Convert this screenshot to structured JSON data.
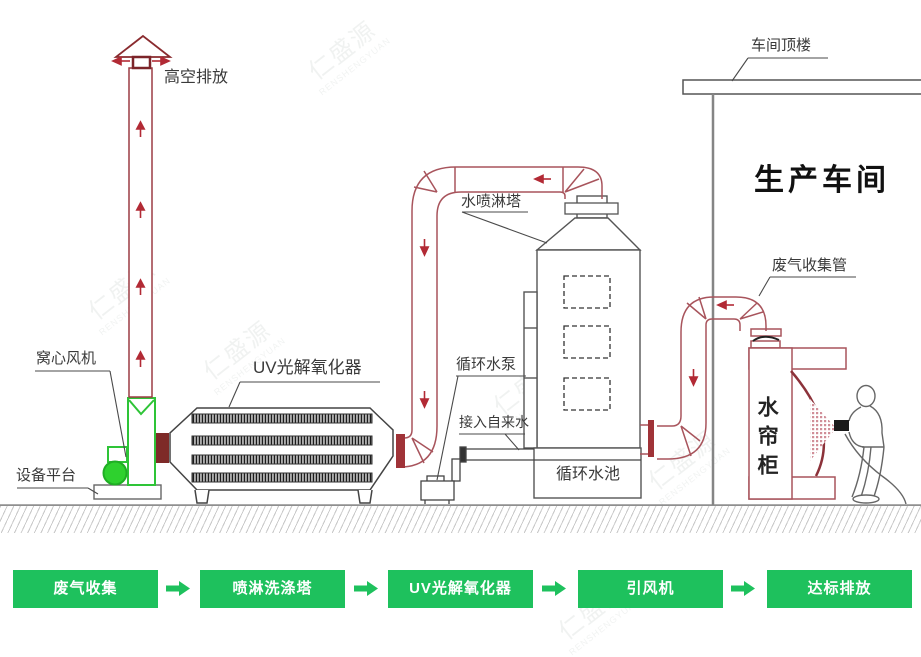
{
  "diagram": {
    "labels": {
      "high_altitude_discharge": "高空排放",
      "centrifugal_fan": "窝心风机",
      "equipment_platform": "设备平台",
      "uv_photolysis_oxidizer": "UV光解氧化器",
      "water_spray_tower": "水喷淋塔",
      "circulating_water_pump": "循环水泵",
      "tap_water_inlet": "接入自来水",
      "circulating_water_pool": "循环水池",
      "workshop_roof": "车间顶楼",
      "production_workshop": "生产车间",
      "waste_gas_collection_pipe": "废气收集管",
      "water_curtain_cabinet": "水帘柜"
    },
    "colors": {
      "duct_red": "#a8545c",
      "arrow_red": "#b22a35",
      "flange_dark_red": "#7e2a28",
      "flange_red": "#a03338",
      "fan_green": "#2ec437",
      "structure_gray": "#555555",
      "flow_green": "#1ec15d"
    }
  },
  "flow": {
    "steps": [
      {
        "label": "废气收集"
      },
      {
        "label": "喷淋洗涤塔"
      },
      {
        "label": "UV光解氧化器"
      },
      {
        "label": "引风机"
      },
      {
        "label": "达标排放"
      }
    ]
  },
  "watermark": {
    "cn": "仁盛源",
    "en": "RENSHENGYUAN"
  }
}
